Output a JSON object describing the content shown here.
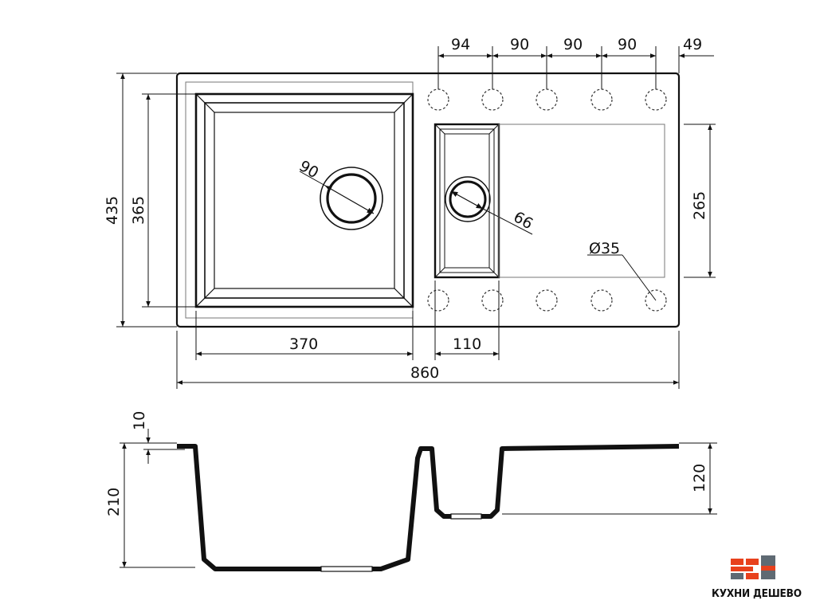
{
  "top_view": {
    "hole_spacing": [
      "94",
      "90",
      "90",
      "90",
      "49"
    ],
    "total_height": "435",
    "bowl_height": "365",
    "drainboard_height": "265",
    "main_drain_diameter": "90",
    "small_drain_diameter": "66",
    "tap_hole_diameter": "Ø35",
    "main_bowl_width": "370",
    "small_bowl_width": "110",
    "total_width": "860"
  },
  "side_view": {
    "rim_thickness": "10",
    "main_bowl_depth": "210",
    "small_bowl_depth": "120"
  },
  "logo": {
    "text": "КУХНИ ДЕШЕВО",
    "colors": {
      "orange": "#e8411d",
      "gray": "#5f6a73"
    }
  }
}
